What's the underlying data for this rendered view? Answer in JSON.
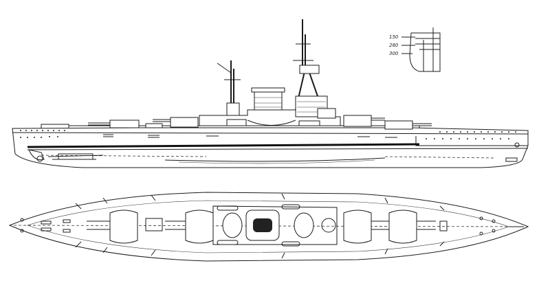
{
  "inset": {
    "labels": [
      "150",
      "280",
      "300"
    ]
  }
}
